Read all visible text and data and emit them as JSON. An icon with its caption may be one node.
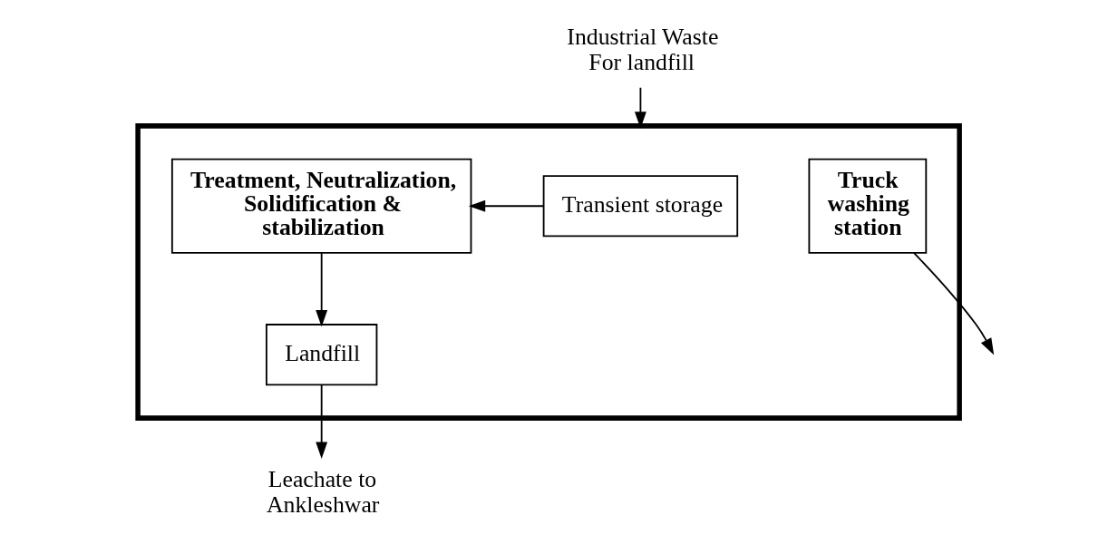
{
  "diagram": {
    "nodes": [
      {
        "text": [],
        "shape": "box"
      },
      {
        "text": [
          "Industrial Waste For landfill"
        ]
      },
      {
        "text": [
          "Transient storage"
        ],
        "in": 0
      },
      {
        "text": [
          "Treatment, Neutralization, Solidification & stabilization"
        ],
        "in": 0
      },
      {
        "text": [
          "Truck washing station"
        ],
        "in": 0
      },
      {
        "text": [
          "Landfill"
        ],
        "in": 0
      },
      {
        "text": [
          "Leachate to Ankleshwar"
        ]
      }
    ],
    "edges": [
      {
        "from": 1,
        "to": 0,
        "arrow": "to"
      },
      {
        "from": 2,
        "to": 3,
        "arrow": "to"
      },
      {
        "from": 3,
        "to": 5,
        "arrow": "to"
      },
      {
        "from": 4,
        "to": null,
        "arrow": "to"
      },
      {
        "from": 5,
        "to": 6,
        "arrow": "to"
      }
    ]
  }
}
